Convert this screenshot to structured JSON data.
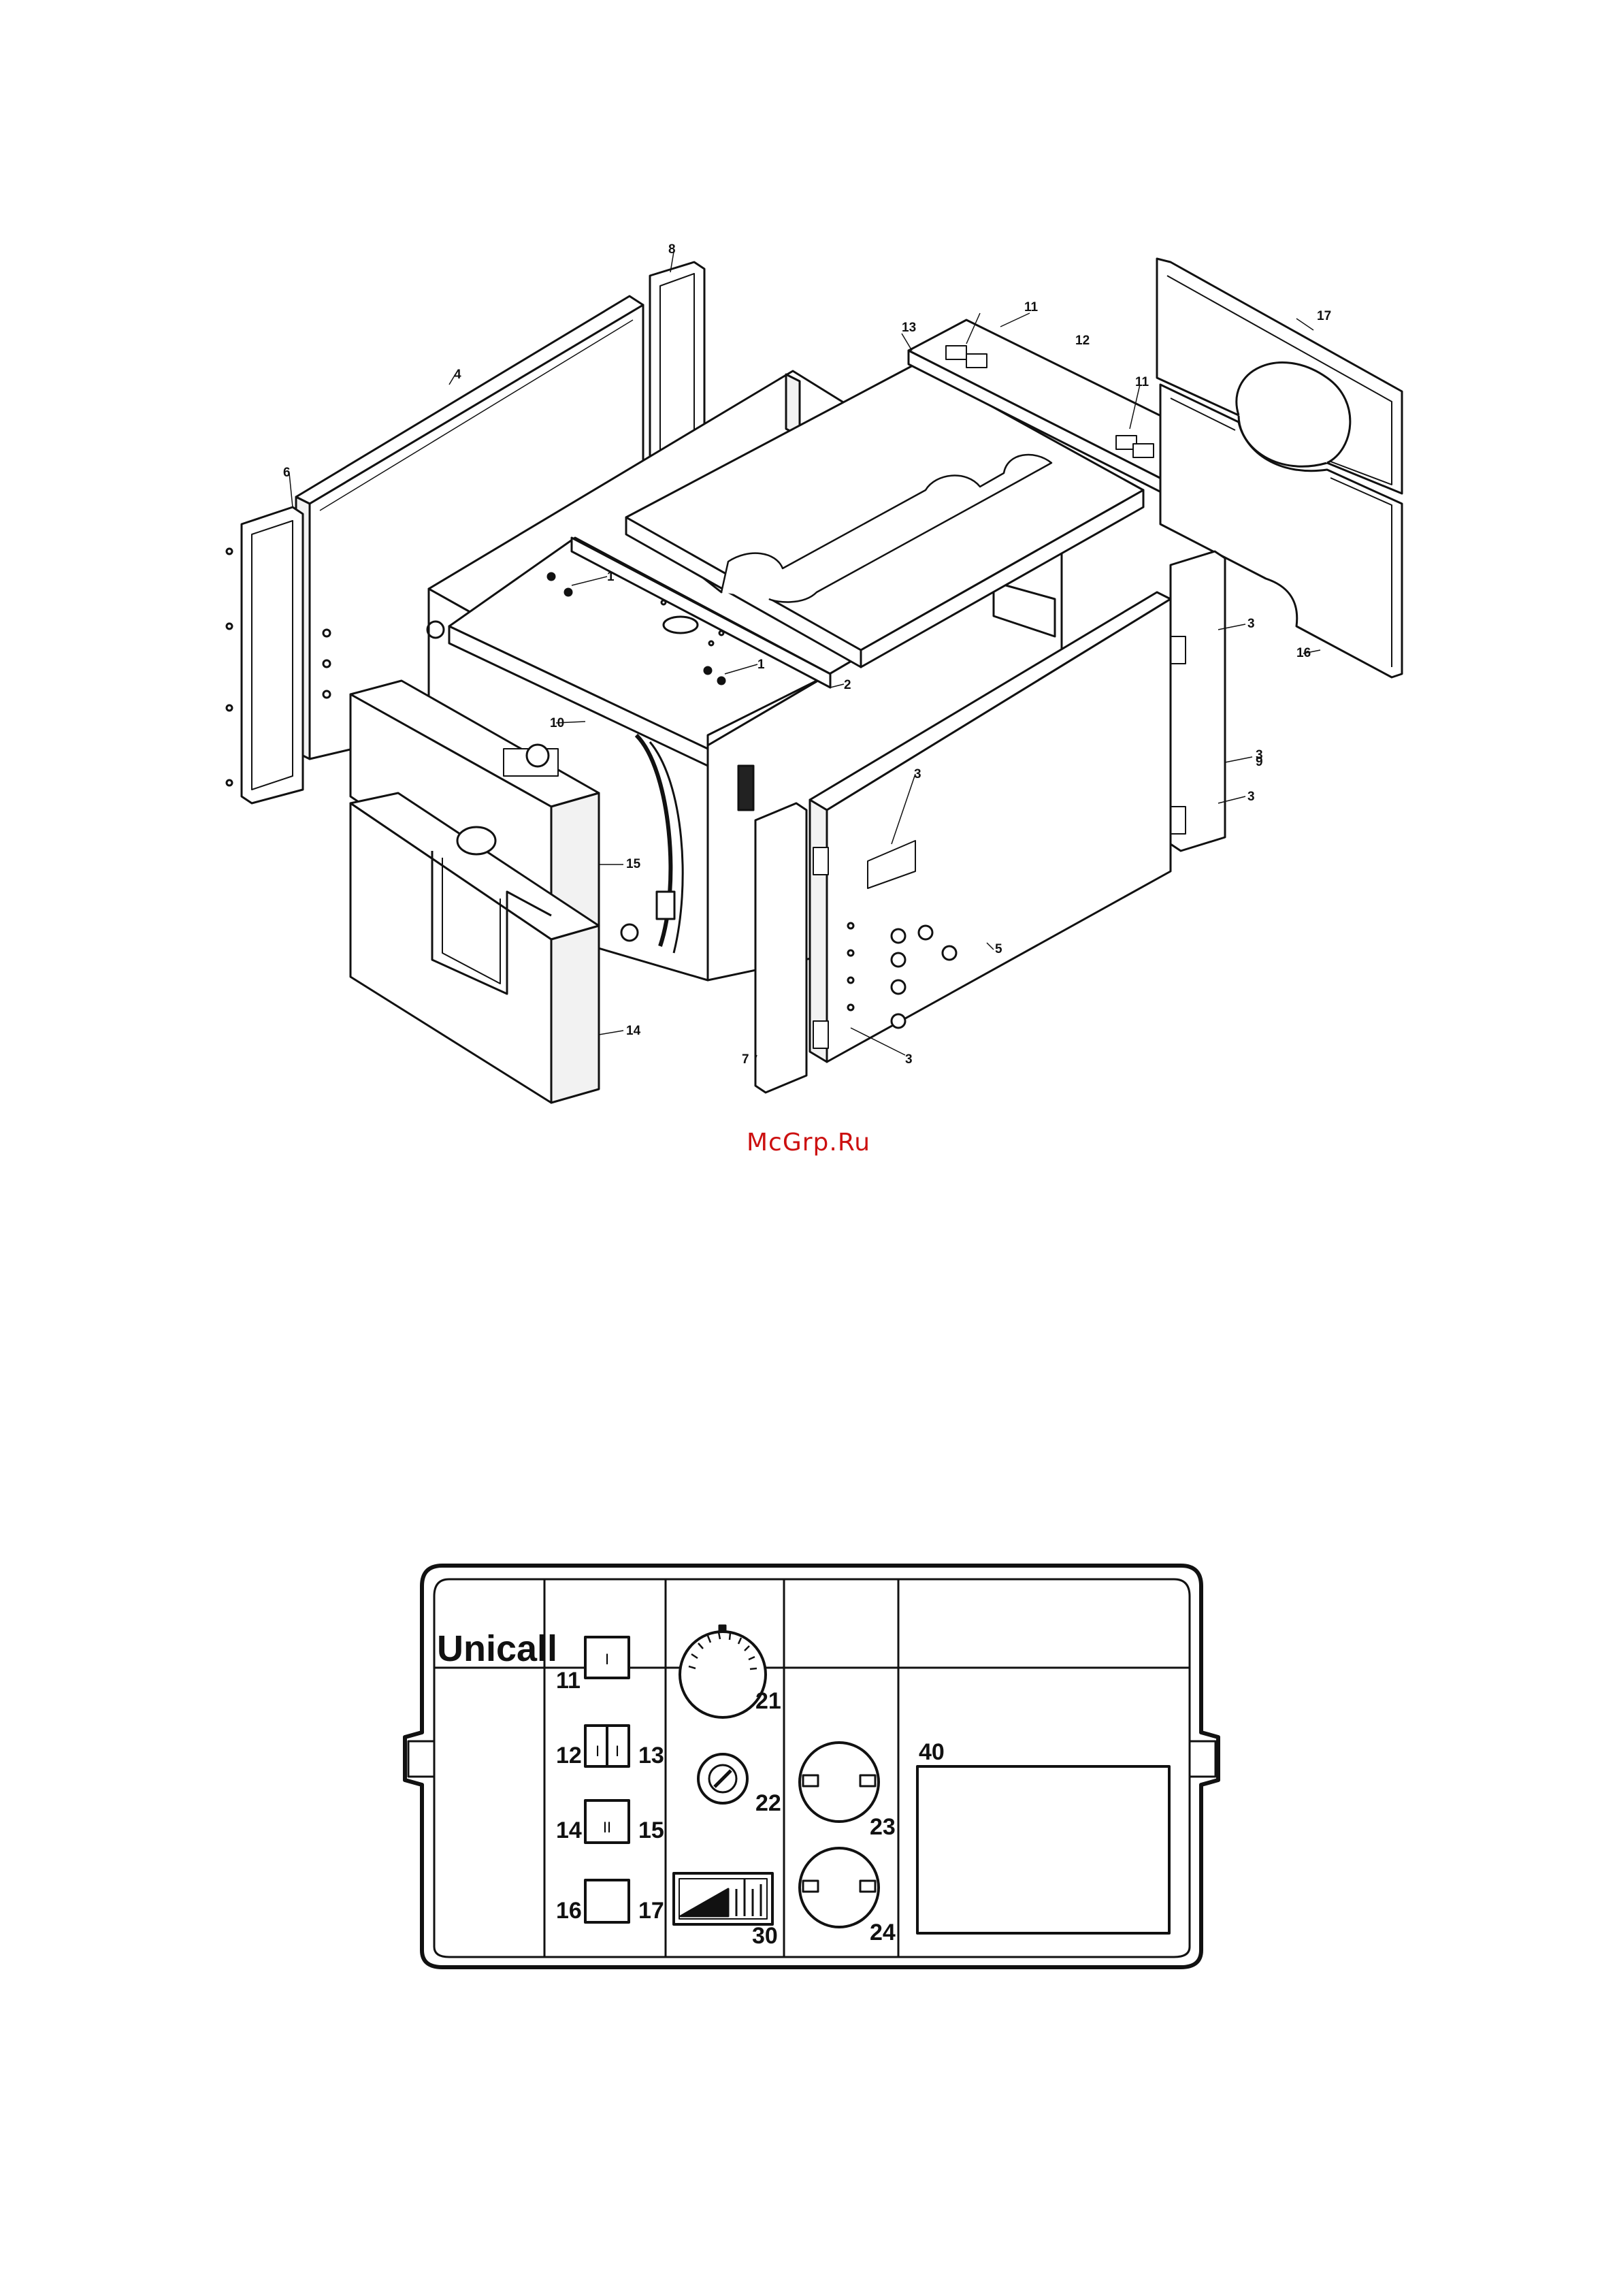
{
  "watermark": "McGrp.Ru",
  "exploded_view": {
    "callouts": [
      "1",
      "1",
      "2",
      "3",
      "3",
      "3",
      "3",
      "3",
      "4",
      "5",
      "6",
      "7",
      "8",
      "9",
      "10",
      "11",
      "11",
      "12",
      "13",
      "14",
      "15",
      "16",
      "17"
    ]
  },
  "control_panel": {
    "brand": "Unicall",
    "labels": [
      "11",
      "12",
      "13",
      "14",
      "15",
      "16",
      "17",
      "21",
      "22",
      "23",
      "24",
      "30",
      "40"
    ],
    "switch_symbols": [
      "I",
      "I",
      "I",
      "I",
      "II"
    ]
  }
}
